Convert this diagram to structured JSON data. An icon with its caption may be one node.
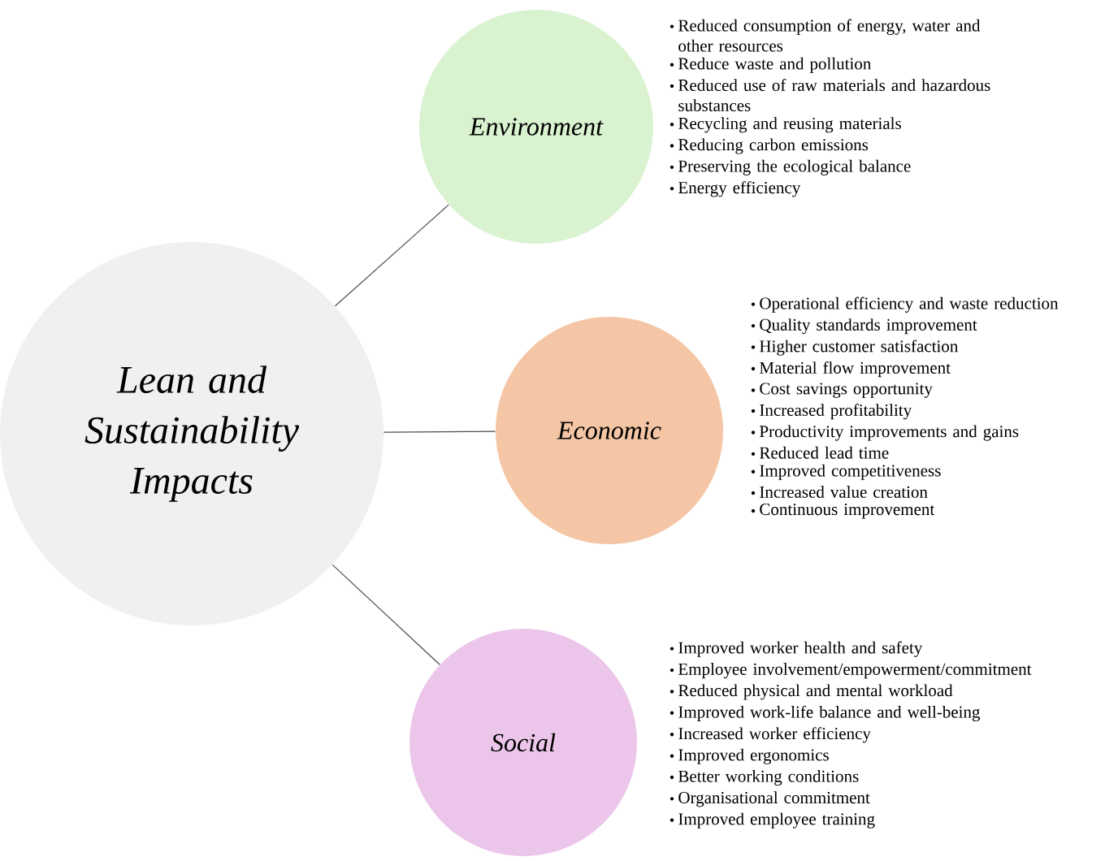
{
  "diagram": {
    "nodes": [
      {
        "text": [
          "Lean and Sustainability Impacts"
        ]
      },
      {
        "text": [
          "Environment"
        ],
        "beside": [
          "Reduced consumption of energy, water and other resources",
          "Reduce waste and pollution",
          "Reduced use of raw materials and hazardous substances",
          "Recycling and reusing materials",
          "Reducing carbon emissions",
          "Preserving the ecological balance",
          "Energy efficiency"
        ]
      },
      {
        "text": [
          "Economic"
        ],
        "beside": [
          "Operational efficiency and waste reduction",
          "Quality standards improvement",
          "Higher customer satisfaction",
          "Material flow improvement",
          "Cost savings opportunity",
          "Increased profitability",
          "Productivity improvements and gains",
          "Reduced lead time",
          "Improved competitiveness",
          "Increased value creation",
          "Continuous improvement"
        ]
      },
      {
        "text": [
          "Social"
        ],
        "beside": [
          "Improved worker health and safety",
          "Employee involvement/empowerment/commitment",
          "Reduced physical and mental workload",
          "Improved work-life balance and well-being",
          "Increased worker efficiency",
          "Improved ergonomics",
          "Better working conditions",
          "Organisational commitment",
          "Improved employee training"
        ]
      }
    ],
    "edges": [
      {
        "from": 0,
        "to": 1,
        "arrow": "none"
      },
      {
        "from": 0,
        "to": 2,
        "arrow": "none"
      },
      {
        "from": 0,
        "to": 3,
        "arrow": "none"
      }
    ]
  }
}
